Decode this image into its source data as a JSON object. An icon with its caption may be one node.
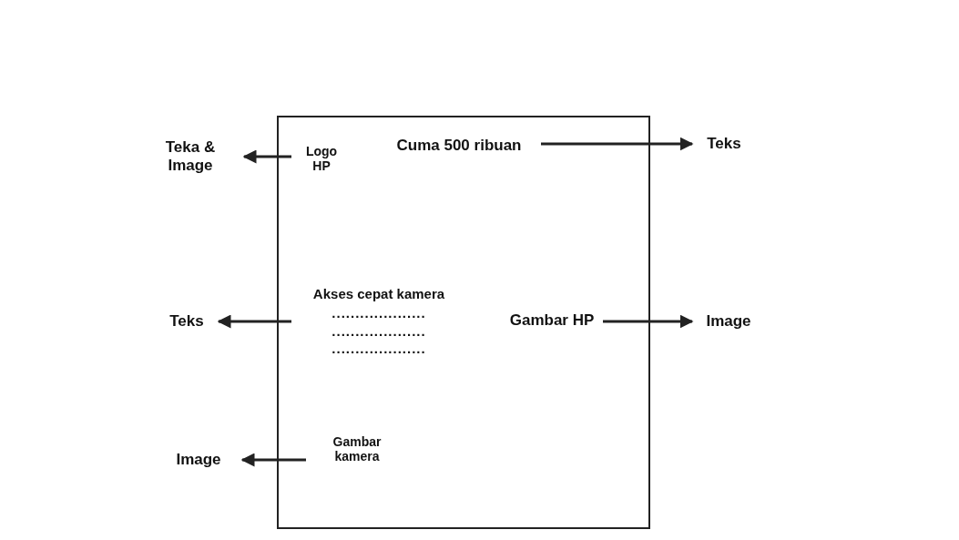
{
  "diagram": {
    "nodes": [
      {
        "text": [],
        "shape": "box"
      },
      {
        "text": [
          "Logo HP"
        ],
        "in": 0
      },
      {
        "text": [
          "Cuma 500 ribuan"
        ],
        "in": 0
      },
      {
        "text": [
          "Akses cepat kamera",
          "....................",
          "....................",
          "...................."
        ],
        "in": 0
      },
      {
        "text": [
          "Gambar HP"
        ],
        "in": 0
      },
      {
        "text": [
          "Gambar kamera"
        ],
        "in": 0
      },
      {
        "text": [
          "Teka & Image"
        ]
      },
      {
        "text": [
          "Teks"
        ]
      },
      {
        "text": [
          "Teks"
        ]
      },
      {
        "text": [
          "Image"
        ]
      },
      {
        "text": [
          "Image"
        ]
      }
    ],
    "edges": [
      {
        "from": 1,
        "to": 6,
        "arrow": "to"
      },
      {
        "from": 2,
        "to": 7,
        "arrow": "to"
      },
      {
        "from": 3,
        "to": 8,
        "arrow": "to"
      },
      {
        "from": 4,
        "to": 9,
        "arrow": "to"
      },
      {
        "from": 5,
        "to": 10,
        "arrow": "to"
      }
    ]
  }
}
